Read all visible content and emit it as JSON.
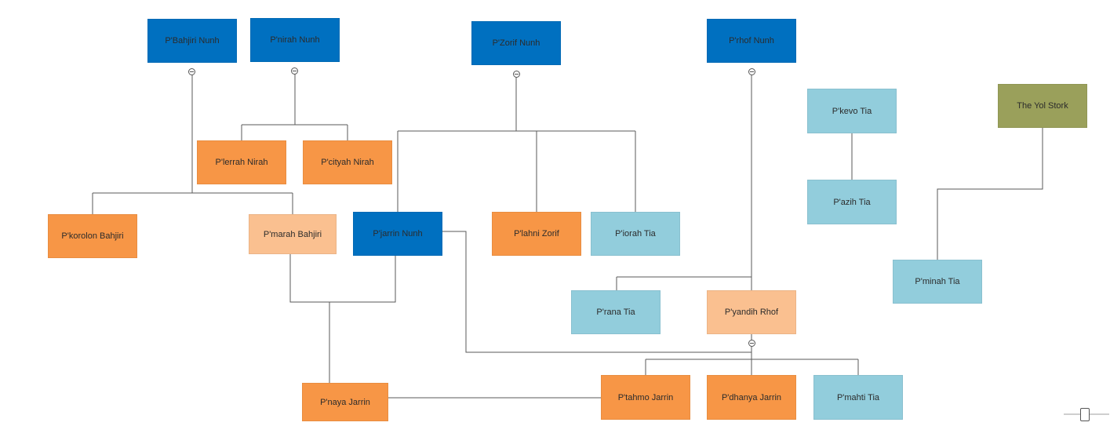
{
  "colors": {
    "deep_blue": "#0070c0",
    "orange": "#f79646",
    "light_orange": "#fac090",
    "light_blue": "#92cddc",
    "olive": "#9aa05b",
    "connector": "#5a5a5a"
  },
  "nodes": {
    "bahjiri_nunh": {
      "label": "P'Bahjiri Nunh",
      "color": "deep_blue"
    },
    "nirah_nunh": {
      "label": "P'nirah Nunh",
      "color": "deep_blue"
    },
    "zorif_nunh": {
      "label": "P'Zorif Nunh",
      "color": "deep_blue"
    },
    "rhof_nunh": {
      "label": "P'rhof Nunh",
      "color": "deep_blue"
    },
    "lerrah_nirah": {
      "label": "P'lerrah Nirah",
      "color": "orange"
    },
    "cityah_nirah": {
      "label": "P'cityah Nirah",
      "color": "orange"
    },
    "korolon_bahjiri": {
      "label": "P'korolon Bahjiri",
      "color": "orange"
    },
    "marah_bahjiri": {
      "label": "P'marah Bahjiri",
      "color": "light_orange"
    },
    "jarrin_nunh": {
      "label": "P'jarrin Nunh",
      "color": "deep_blue"
    },
    "lahni_zorif": {
      "label": "P'lahni Zorif",
      "color": "orange"
    },
    "iorah_tia": {
      "label": "P'iorah Tia",
      "color": "light_blue"
    },
    "kevo_tia": {
      "label": "P'kevo Tia",
      "color": "light_blue"
    },
    "azih_tia": {
      "label": "P'azih Tia",
      "color": "light_blue"
    },
    "yol_stork": {
      "label": "The Yol Stork",
      "color": "olive"
    },
    "minah_tia": {
      "label": "P'minah Tia",
      "color": "light_blue"
    },
    "rana_tia": {
      "label": "P'rana Tia",
      "color": "light_blue"
    },
    "yandih_rhof": {
      "label": "P'yandih Rhof",
      "color": "light_orange"
    },
    "naya_jarrin": {
      "label": "P'naya Jarrin",
      "color": "orange"
    },
    "tahmo_jarrin": {
      "label": "P'tahmo Jarrin",
      "color": "orange"
    },
    "dhanya_jarrin": {
      "label": "P'dhanya Jarrin",
      "color": "orange"
    },
    "mahti_tia": {
      "label": "P'mahti Tia",
      "color": "light_blue"
    }
  },
  "relations": [
    {
      "from": "bahjiri_nunh",
      "to": [
        "korolon_bahjiri",
        "marah_bahjiri"
      ]
    },
    {
      "from": "nirah_nunh",
      "to": [
        "lerrah_nirah",
        "cityah_nirah"
      ]
    },
    {
      "from": "zorif_nunh",
      "to": [
        "jarrin_nunh",
        "lahni_zorif",
        "iorah_tia"
      ]
    },
    {
      "from": "rhof_nunh",
      "to": [
        "rana_tia",
        "yandih_rhof"
      ]
    },
    {
      "from": "kevo_tia",
      "to": [
        "azih_tia"
      ]
    },
    {
      "from": "yol_stork",
      "to": [
        "minah_tia"
      ]
    },
    {
      "from": [
        "marah_bahjiri",
        "jarrin_nunh"
      ],
      "to": [
        "naya_jarrin"
      ]
    },
    {
      "from": [
        "jarrin_nunh",
        "yandih_rhof"
      ],
      "to": [
        "tahmo_jarrin",
        "dhanya_jarrin",
        "mahti_tia"
      ]
    },
    {
      "from": "naya_jarrin",
      "to": [
        "tahmo_jarrin"
      ]
    }
  ],
  "zoom": {
    "level": 0.45
  }
}
